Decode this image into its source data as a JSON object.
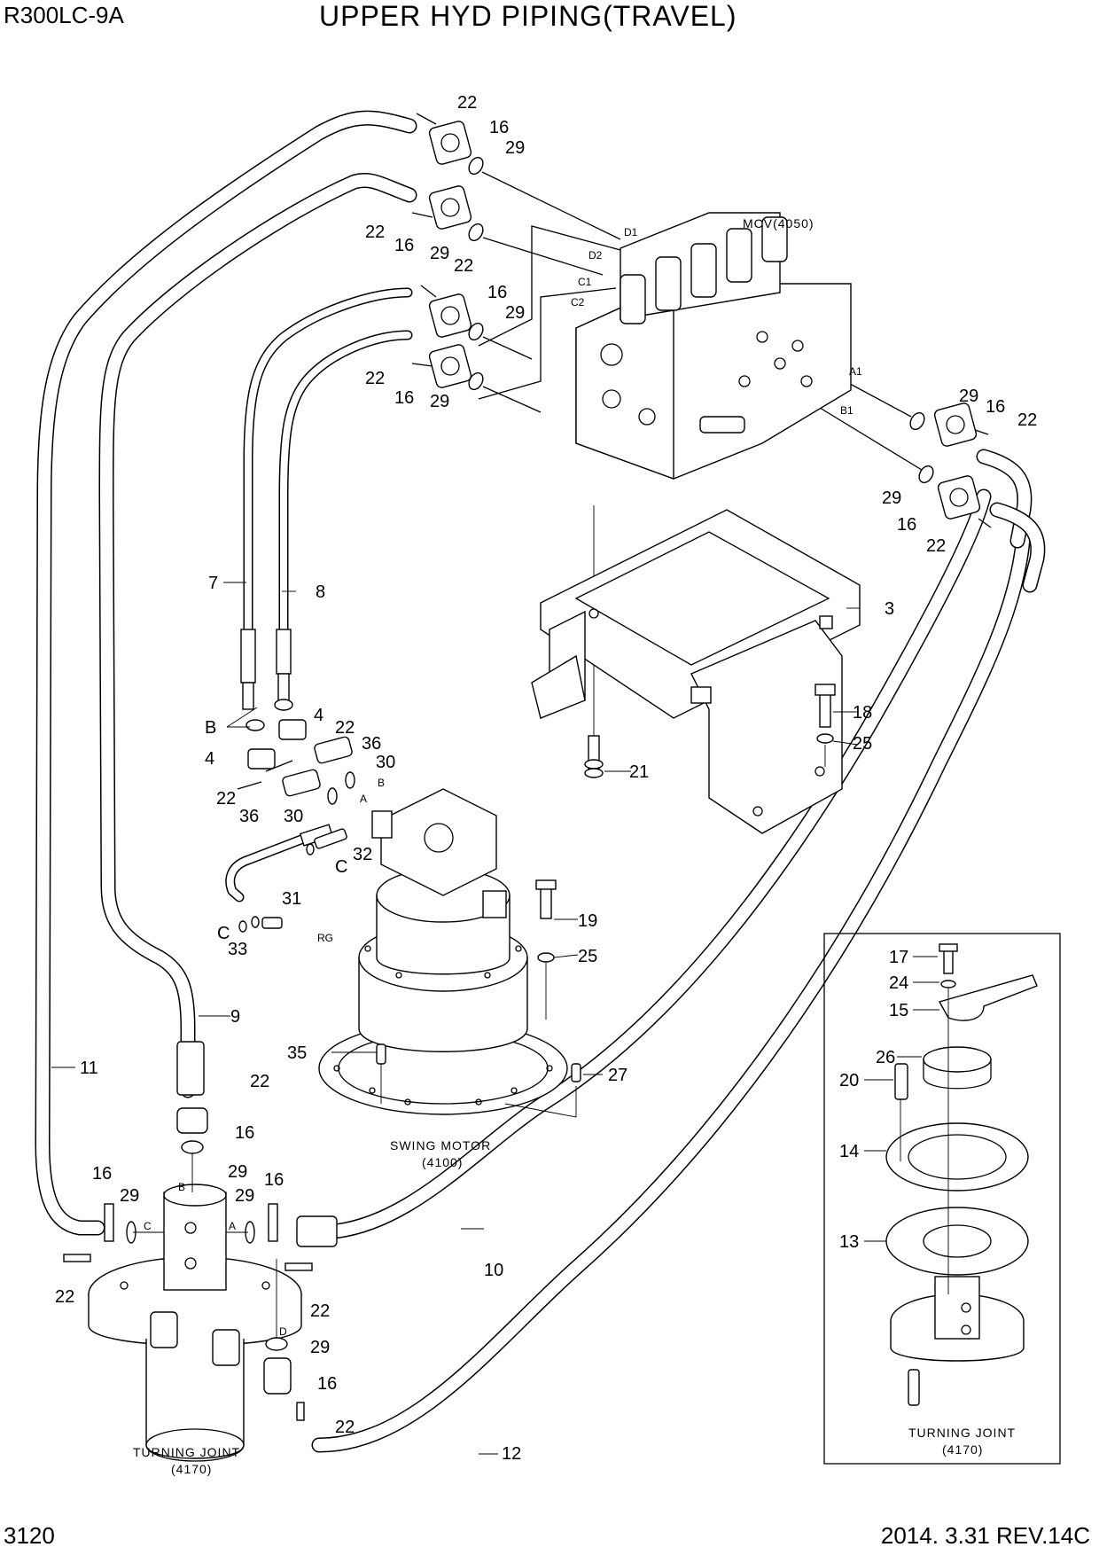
{
  "header": {
    "model": "R300LC-9A",
    "title": "UPPER HYD PIPING(TRAVEL)"
  },
  "footer": {
    "page": "3120",
    "revision": "2014. 3.31  REV.14C"
  },
  "captions": {
    "mcv": "MCV(4050)",
    "swing_motor_1": "SWING MOTOR",
    "swing_motor_2": "(4100)",
    "turning_joint_1": "TURNING JOINT",
    "turning_joint_2": "(4170)",
    "inset_turning_joint_1": "TURNING JOINT",
    "inset_turning_joint_2": "(4170)"
  },
  "port_labels": {
    "d1": "D1",
    "d2": "D2",
    "c1": "C1",
    "c2": "C2",
    "a1": "A1",
    "b1": "B1",
    "motor_a": "A",
    "motor_b": "B",
    "rg": "RG",
    "tj_b": "B",
    "tj_c": "C",
    "tj_a": "A",
    "tj_d": "D",
    "letter_b": "B",
    "letter_c1": "C",
    "letter_c2": "C"
  },
  "callouts": {
    "c22_a": "22",
    "c16_a": "16",
    "c29_a": "29",
    "c22_b": "22",
    "c16_b": "16",
    "c29_b": "29",
    "c22_c": "22",
    "c16_c": "16",
    "c29_c": "29",
    "c22_d": "22",
    "c16_d": "16",
    "c29_d": "29",
    "c29_e": "29",
    "c16_e": "16",
    "c22_e": "22",
    "c29_f": "29",
    "c16_f": "16",
    "c22_f": "22",
    "c7": "7",
    "c8": "8",
    "c3": "3",
    "c18": "18",
    "c25_a": "25",
    "c21": "21",
    "c4_a": "4",
    "c22_g": "22",
    "c36_a": "36",
    "c4_b": "4",
    "c30_a": "30",
    "c22_h": "22",
    "c36_b": "36",
    "c30_b": "30",
    "c32": "32",
    "c31": "31",
    "c33": "33",
    "c19": "19",
    "c25_b": "25",
    "c9": "9",
    "c11": "11",
    "c35": "35",
    "c27": "27",
    "c22_i": "22",
    "c16_g": "16",
    "c29_g": "29",
    "c16_h": "16",
    "c29_h": "29",
    "c29_i": "29",
    "c16_i": "16",
    "c22_j": "22",
    "c22_k": "22",
    "c10": "10",
    "c29_j": "29",
    "c16_j": "16",
    "c22_l": "22",
    "c12": "12",
    "c17": "17",
    "c24": "24",
    "c15": "15",
    "c26": "26",
    "c20": "20",
    "c14": "14",
    "c13": "13"
  }
}
